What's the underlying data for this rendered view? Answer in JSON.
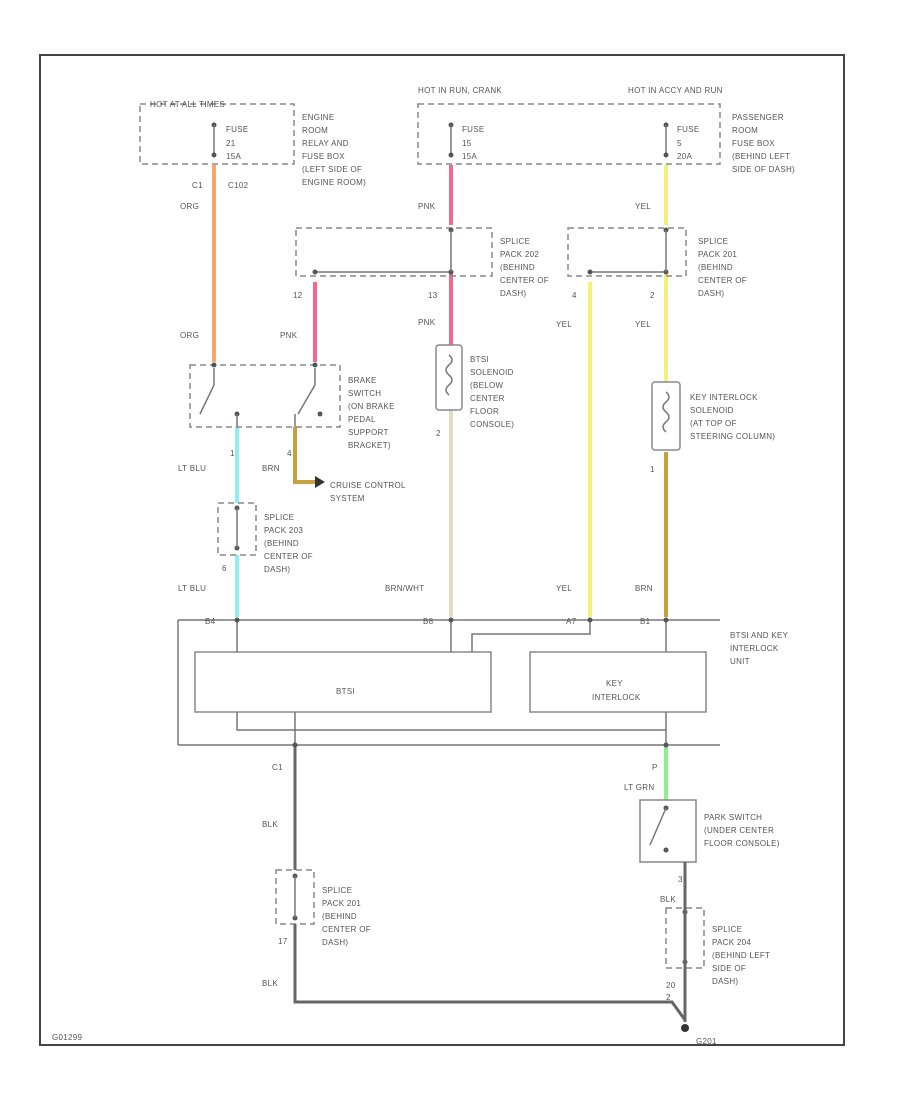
{
  "power": {
    "hot_all_times": "HOT AT ALL TIMES",
    "hot_run_crank": "HOT IN RUN, CRANK",
    "hot_run_acc": "HOT IN ACCY AND RUN"
  },
  "fuses": {
    "f1_l1": "FUSE",
    "f1_l2": "21",
    "f1_l3": "15A",
    "f2_l1": "FUSE",
    "f2_l2": "15",
    "f2_l3": "15A",
    "f3_l1": "FUSE",
    "f3_l2": "5",
    "f3_l3": "20A",
    "engine_box": [
      "ENGINE",
      "ROOM",
      "RELAY AND",
      "FUSE BOX",
      "(LEFT SIDE OF",
      "ENGINE ROOM)"
    ],
    "pass_box": [
      "PASSENGER",
      "ROOM",
      "FUSE BOX",
      "(BEHIND LEFT",
      "SIDE OF DASH)"
    ]
  },
  "wires": {
    "c1": "C1",
    "c102": "C102",
    "org_a": "ORG",
    "org_b": "ORG",
    "pnk_a": "PNK",
    "pnk_b": "PNK",
    "pnk_c": "PNK",
    "yel_a": "YEL",
    "yel_b": "YEL",
    "yel_c": "YEL",
    "yel_d": "YEL",
    "ltblu_a": "LT BLU",
    "ltblu_b": "LT BLU",
    "brn_a": "BRN",
    "brnwht": "BRN/WHT",
    "brn_b": "BRN",
    "ltgrn": "LT GRN",
    "blk_a": "BLK",
    "blk_b": "BLK",
    "blk_c": "BLK"
  },
  "pins": {
    "p12": "12",
    "p13": "13",
    "p4": "4",
    "p2": "2",
    "p1a": "1",
    "p4b": "4",
    "p2b": "2",
    "p1b": "1",
    "p6": "6",
    "pB4": "B4",
    "pB8": "B8",
    "pA7": "A7",
    "pB1": "B1",
    "pC1": "C1",
    "pP": "P",
    "p3": "3",
    "p2c": "2",
    "p17": "17",
    "p20": "20"
  },
  "splices": {
    "s202": [
      "SPLICE",
      "PACK 202",
      "(BEHIND",
      "CENTER OF",
      "DASH)"
    ],
    "s201a": [
      "SPLICE",
      "PACK 201",
      "(BEHIND",
      "CENTER OF",
      "DASH)"
    ],
    "s201b": [
      "SPLICE",
      "PACK 201",
      "(BEHIND",
      "CENTER OF",
      "DASH)"
    ],
    "s203": [
      "SPLICE",
      "PACK 203",
      "(BEHIND",
      "CENTER OF",
      "DASH)"
    ],
    "s204": [
      "SPLICE",
      "PACK 204",
      "(BEHIND LEFT",
      "SIDE OF",
      "DASH)"
    ]
  },
  "components": {
    "brake_switch": [
      "BRAKE",
      "SWITCH",
      "(ON BRAKE",
      "PEDAL",
      "SUPPORT",
      "BRACKET)"
    ],
    "btsi_solenoid": [
      "BTSI",
      "SOLENOID",
      "(BELOW",
      "CENTER",
      "FLOOR",
      "CONSOLE)"
    ],
    "key_solenoid": [
      "KEY INTERLOCK",
      "SOLENOID",
      "(AT TOP OF",
      "STEERING COLUMN)"
    ],
    "cruise": [
      "CRUISE CONTROL",
      "SYSTEM"
    ],
    "unit": [
      "BTSI AND KEY",
      "INTERLOCK",
      "UNIT"
    ],
    "btsi": "BTSI",
    "key_interlock": [
      "KEY",
      "INTERLOCK"
    ],
    "park_switch": [
      "PARK SWITCH",
      "(UNDER CENTER",
      "FLOOR CONSOLE)"
    ],
    "ground": "G201"
  },
  "figure_id": "G01299",
  "colors": {
    "org": "#f5a86a",
    "pnk": "#f06a8a",
    "yel": "#f5f07a",
    "ltblu": "#8ef0f0",
    "brn": "#c8a040",
    "brnwht": "#e8dcc0",
    "ltgrn": "#8af08a",
    "blk": "#666666"
  }
}
